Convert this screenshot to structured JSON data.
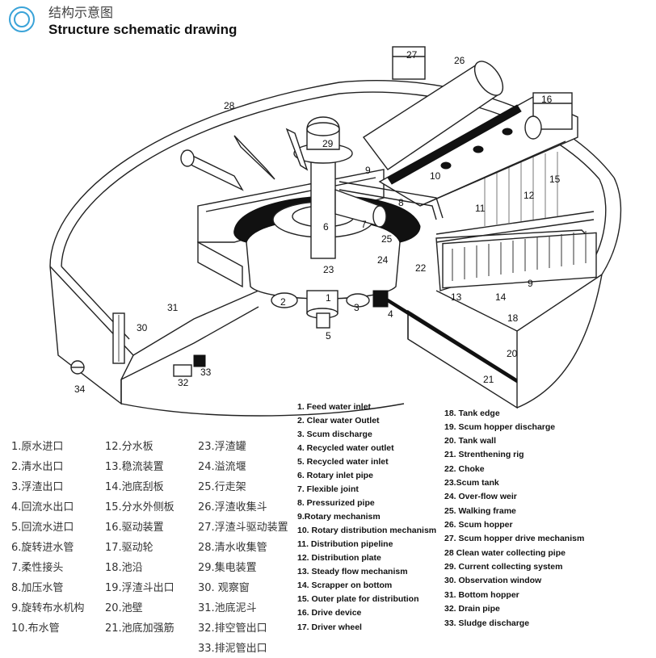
{
  "title": {
    "cn": "结构示意图",
    "en": "Structure schematic drawing"
  },
  "callouts": [
    "1",
    "2",
    "3",
    "4",
    "5",
    "6",
    "7",
    "8",
    "9",
    "9",
    "10",
    "12",
    "15",
    "16",
    "20",
    "21",
    "22",
    "23",
    "24",
    "25",
    "26",
    "27",
    "28",
    "29",
    "30",
    "31",
    "32",
    "33",
    "34",
    "11",
    "13",
    "14",
    "18"
  ],
  "legend_cn": [
    "1.原水进口",
    "2.清水出口",
    "3.浮渣出口",
    "4.回流水出口",
    "5.回流水进口",
    "6.旋转进水管",
    "7.柔性接头",
    "8.加压水管",
    "9.旋转布水机构",
    "10.布水管",
    "12.分水板",
    "13.稳流装置",
    "14.池底刮板",
    "15.分水外侧板",
    "16.驱动装置",
    "17.驱动轮",
    "18.池沿",
    "19.浮渣斗出口",
    "20.池壁",
    "21.池底加强筋",
    "23.浮渣罐",
    "24.溢流堰",
    "25.行走架",
    "26.浮渣收集斗",
    "27.浮渣斗驱动装置",
    "28.清水收集管",
    "29.集电装置",
    "30. 观察窗",
    "31.池底泥斗",
    "32.排空管出口",
    "33.排泥管出口"
  ],
  "legend_en": [
    "1. Feed water inlet",
    "2. Clear water Outlet",
    "3. Scum discharge",
    "4. Recycled water outlet",
    "5. Recycled water inlet",
    "6. Rotary inlet pipe",
    "7. Flexible joint",
    "8. Pressurized pipe",
    "9.Rotary mechanism",
    "10. Rotary distribution mechanism",
    "11. Distribution pipeline",
    "12. Distribution plate",
    "13. Steady flow mechanism",
    "14. Scrapper on bottom",
    "15. Outer plate for distribution",
    "16. Drive device",
    "17. Driver wheel",
    "18. Tank edge",
    "19. Scum hopper discharge",
    "20. Tank wall",
    "21. Strenthening rig",
    "22. Choke",
    "23.Scum tank",
    "24. Over-flow weir",
    "25. Walking frame",
    "26. Scum hopper",
    "27. Scum hopper drive mechanism",
    "28 Clean water collecting pipe",
    "29. Current collecting system",
    "30. Observation window",
    "31. Bottom hopper",
    "32. Drain pipe",
    "33. Sludge discharge"
  ]
}
